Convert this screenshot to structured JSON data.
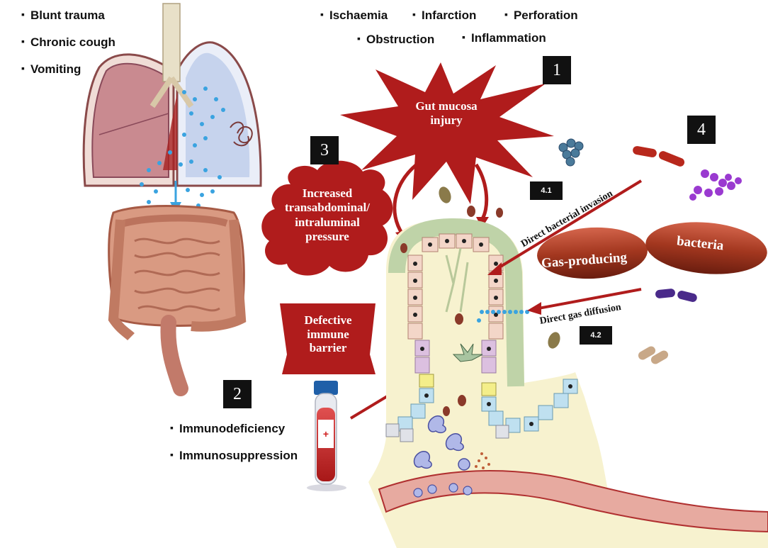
{
  "lung_causes": [
    "Blunt trauma",
    "Chronic cough",
    "Vomiting"
  ],
  "gut_causes_row1": [
    "Ischaemia",
    "Infarction",
    "Perforation"
  ],
  "gut_causes_row2": [
    "Obstruction",
    "Inflammation"
  ],
  "immune_causes": [
    "Immunodeficiency",
    "Immunosuppression"
  ],
  "numbers": {
    "n1": "1",
    "n2": "2",
    "n3": "3",
    "n4": "4",
    "n41": "4.1",
    "n42": "4.2"
  },
  "star_label": {
    "line1": "Gut mucosa",
    "line2": "injury"
  },
  "pressure_label": {
    "line1": "Increased",
    "line2": "transabdominal/",
    "line3": "intraluminal",
    "line4": "pressure"
  },
  "immune_label": {
    "line1": "Defective",
    "line2": "immune",
    "line3": "barrier"
  },
  "bacteria_label": {
    "left": "Gas-producing",
    "right": "bacteria"
  },
  "arrow_labels": {
    "invasion": "Direct bacterial invasion",
    "diffusion": "Direct gas diffusion"
  },
  "colors": {
    "dark_red": "#b01c1c",
    "air_blue": "#3aa3e0",
    "mucosa_yellow": "#f7f2cf",
    "bacteria_red": "#8a2a1a"
  }
}
